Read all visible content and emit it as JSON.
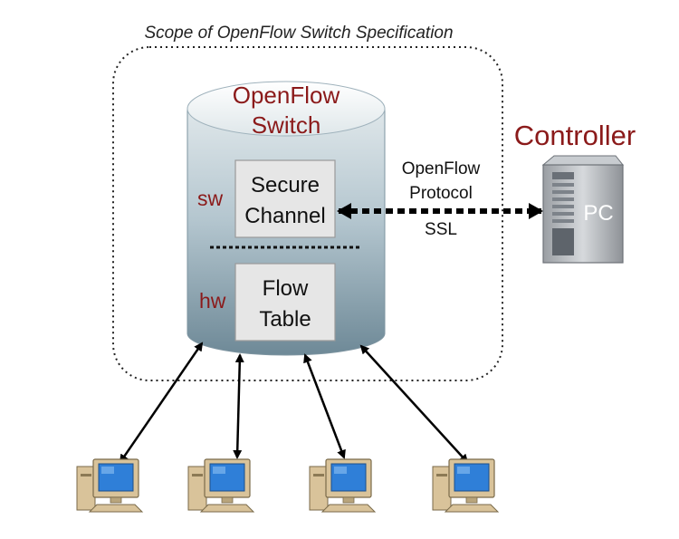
{
  "scope": {
    "title": "Scope of OpenFlow Switch Specification"
  },
  "switch": {
    "title_line1": "OpenFlow",
    "title_line2": "Switch",
    "sw_label": "sw",
    "hw_label": "hw",
    "secure_channel_line1": "Secure",
    "secure_channel_line2": "Channel",
    "flow_table_line1": "Flow",
    "flow_table_line2": "Table"
  },
  "protocol": {
    "line1": "OpenFlow",
    "line2": "Protocol",
    "line3": "SSL"
  },
  "controller": {
    "title": "Controller",
    "pc_label": "PC"
  },
  "hosts": [
    {
      "name": "host-computer"
    },
    {
      "name": "host-computer"
    },
    {
      "name": "host-computer"
    },
    {
      "name": "host-computer"
    }
  ],
  "colors": {
    "accent_red": "#8b1a1a",
    "cylinder_light": "#eef2f4",
    "cylinder_mid": "#a9bcc6",
    "cylinder_dark": "#6f8a98",
    "box_fill": "#e6e6e6",
    "monitor_blue": "#2f7fd8",
    "computer_beige": "#d9c39a"
  }
}
